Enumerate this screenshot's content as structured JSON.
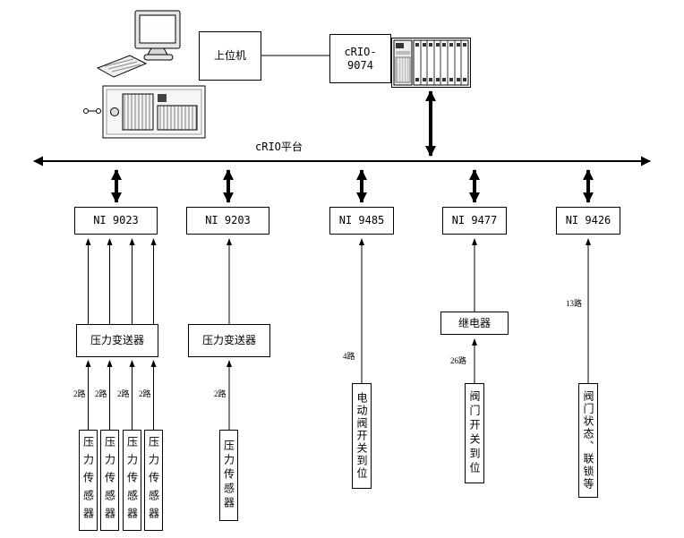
{
  "platform": {
    "label": "cRIO平台"
  },
  "host": {
    "label": "上位机"
  },
  "controller": {
    "label": "cRIO-9074",
    "lines": [
      "cRIO-",
      "9074"
    ]
  },
  "modules": [
    {
      "label": "NI 9023"
    },
    {
      "label": "NI 9203"
    },
    {
      "label": "NI 9485"
    },
    {
      "label": "NI 9477"
    },
    {
      "label": "NI 9426"
    }
  ],
  "transmitters": [
    {
      "label": "压力变送器"
    },
    {
      "label": "压力变送器"
    }
  ],
  "relay": {
    "label": "继电器"
  },
  "sensors": [
    {
      "label": "压力传感器",
      "channels": "2路"
    },
    {
      "label": "压力传感器",
      "channels": "2路"
    },
    {
      "label": "压力传感器",
      "channels": "2路"
    },
    {
      "label": "压力传感器",
      "channels": "2路"
    },
    {
      "label": "压力传感器",
      "channels": "2路"
    }
  ],
  "terminals": [
    {
      "label": "电动阀开关到位",
      "channels": "4路"
    },
    {
      "label": "阀门开关到位",
      "channels": "26路"
    },
    {
      "label": "阀门状态、联锁等",
      "channels": "13路"
    }
  ],
  "icons": {
    "computer": "desktop-computer-icon",
    "server": "server-icon",
    "chassis": "crio-chassis-icon"
  }
}
